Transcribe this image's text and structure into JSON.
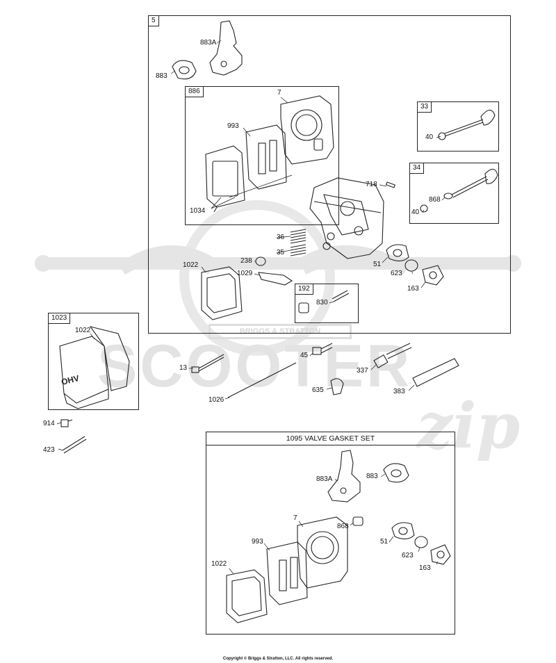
{
  "boxes": {
    "main": {
      "tag": "5"
    },
    "head_gasket_set": {
      "tag": "886"
    },
    "exhaust_valve": {
      "tag": "33"
    },
    "intake_valve": {
      "tag": "34"
    },
    "rocker_stud": {
      "tag": "192"
    },
    "valve_cover_assy": {
      "tag": "1023"
    },
    "valve_gasket_set": {
      "title": "1095 VALVE GASKET SET"
    }
  },
  "labels": {
    "p883A": "883A",
    "p883": "883",
    "p7": "7",
    "p993": "993",
    "p1034": "1034",
    "p33_40": "40",
    "p718": "718",
    "p868": "868",
    "p34_40": "40",
    "p36": "36",
    "p35": "35",
    "p238": "238",
    "p1022": "1022",
    "p1029": "1029",
    "p51": "51",
    "p623": "623",
    "p163": "163",
    "p830": "830",
    "p1023_1022": "1022",
    "p13": "13",
    "p45": "45",
    "p337": "337",
    "p1026": "1026",
    "p635": "635",
    "p383": "383",
    "p914": "914",
    "p423": "423",
    "g883A": "883A",
    "g883": "883",
    "g7": "7",
    "g868": "868",
    "g993": "993",
    "g51": "51",
    "g623": "623",
    "g1022": "1022",
    "g163": "163"
  },
  "cover_logo": "OHV",
  "watermark": {
    "brand": "SCOOTER",
    "script": "zip",
    "badge": "BRIGGS & STRATTON"
  },
  "copyright": "Copyright © Briggs & Stratton, LLC. All rights reserved."
}
